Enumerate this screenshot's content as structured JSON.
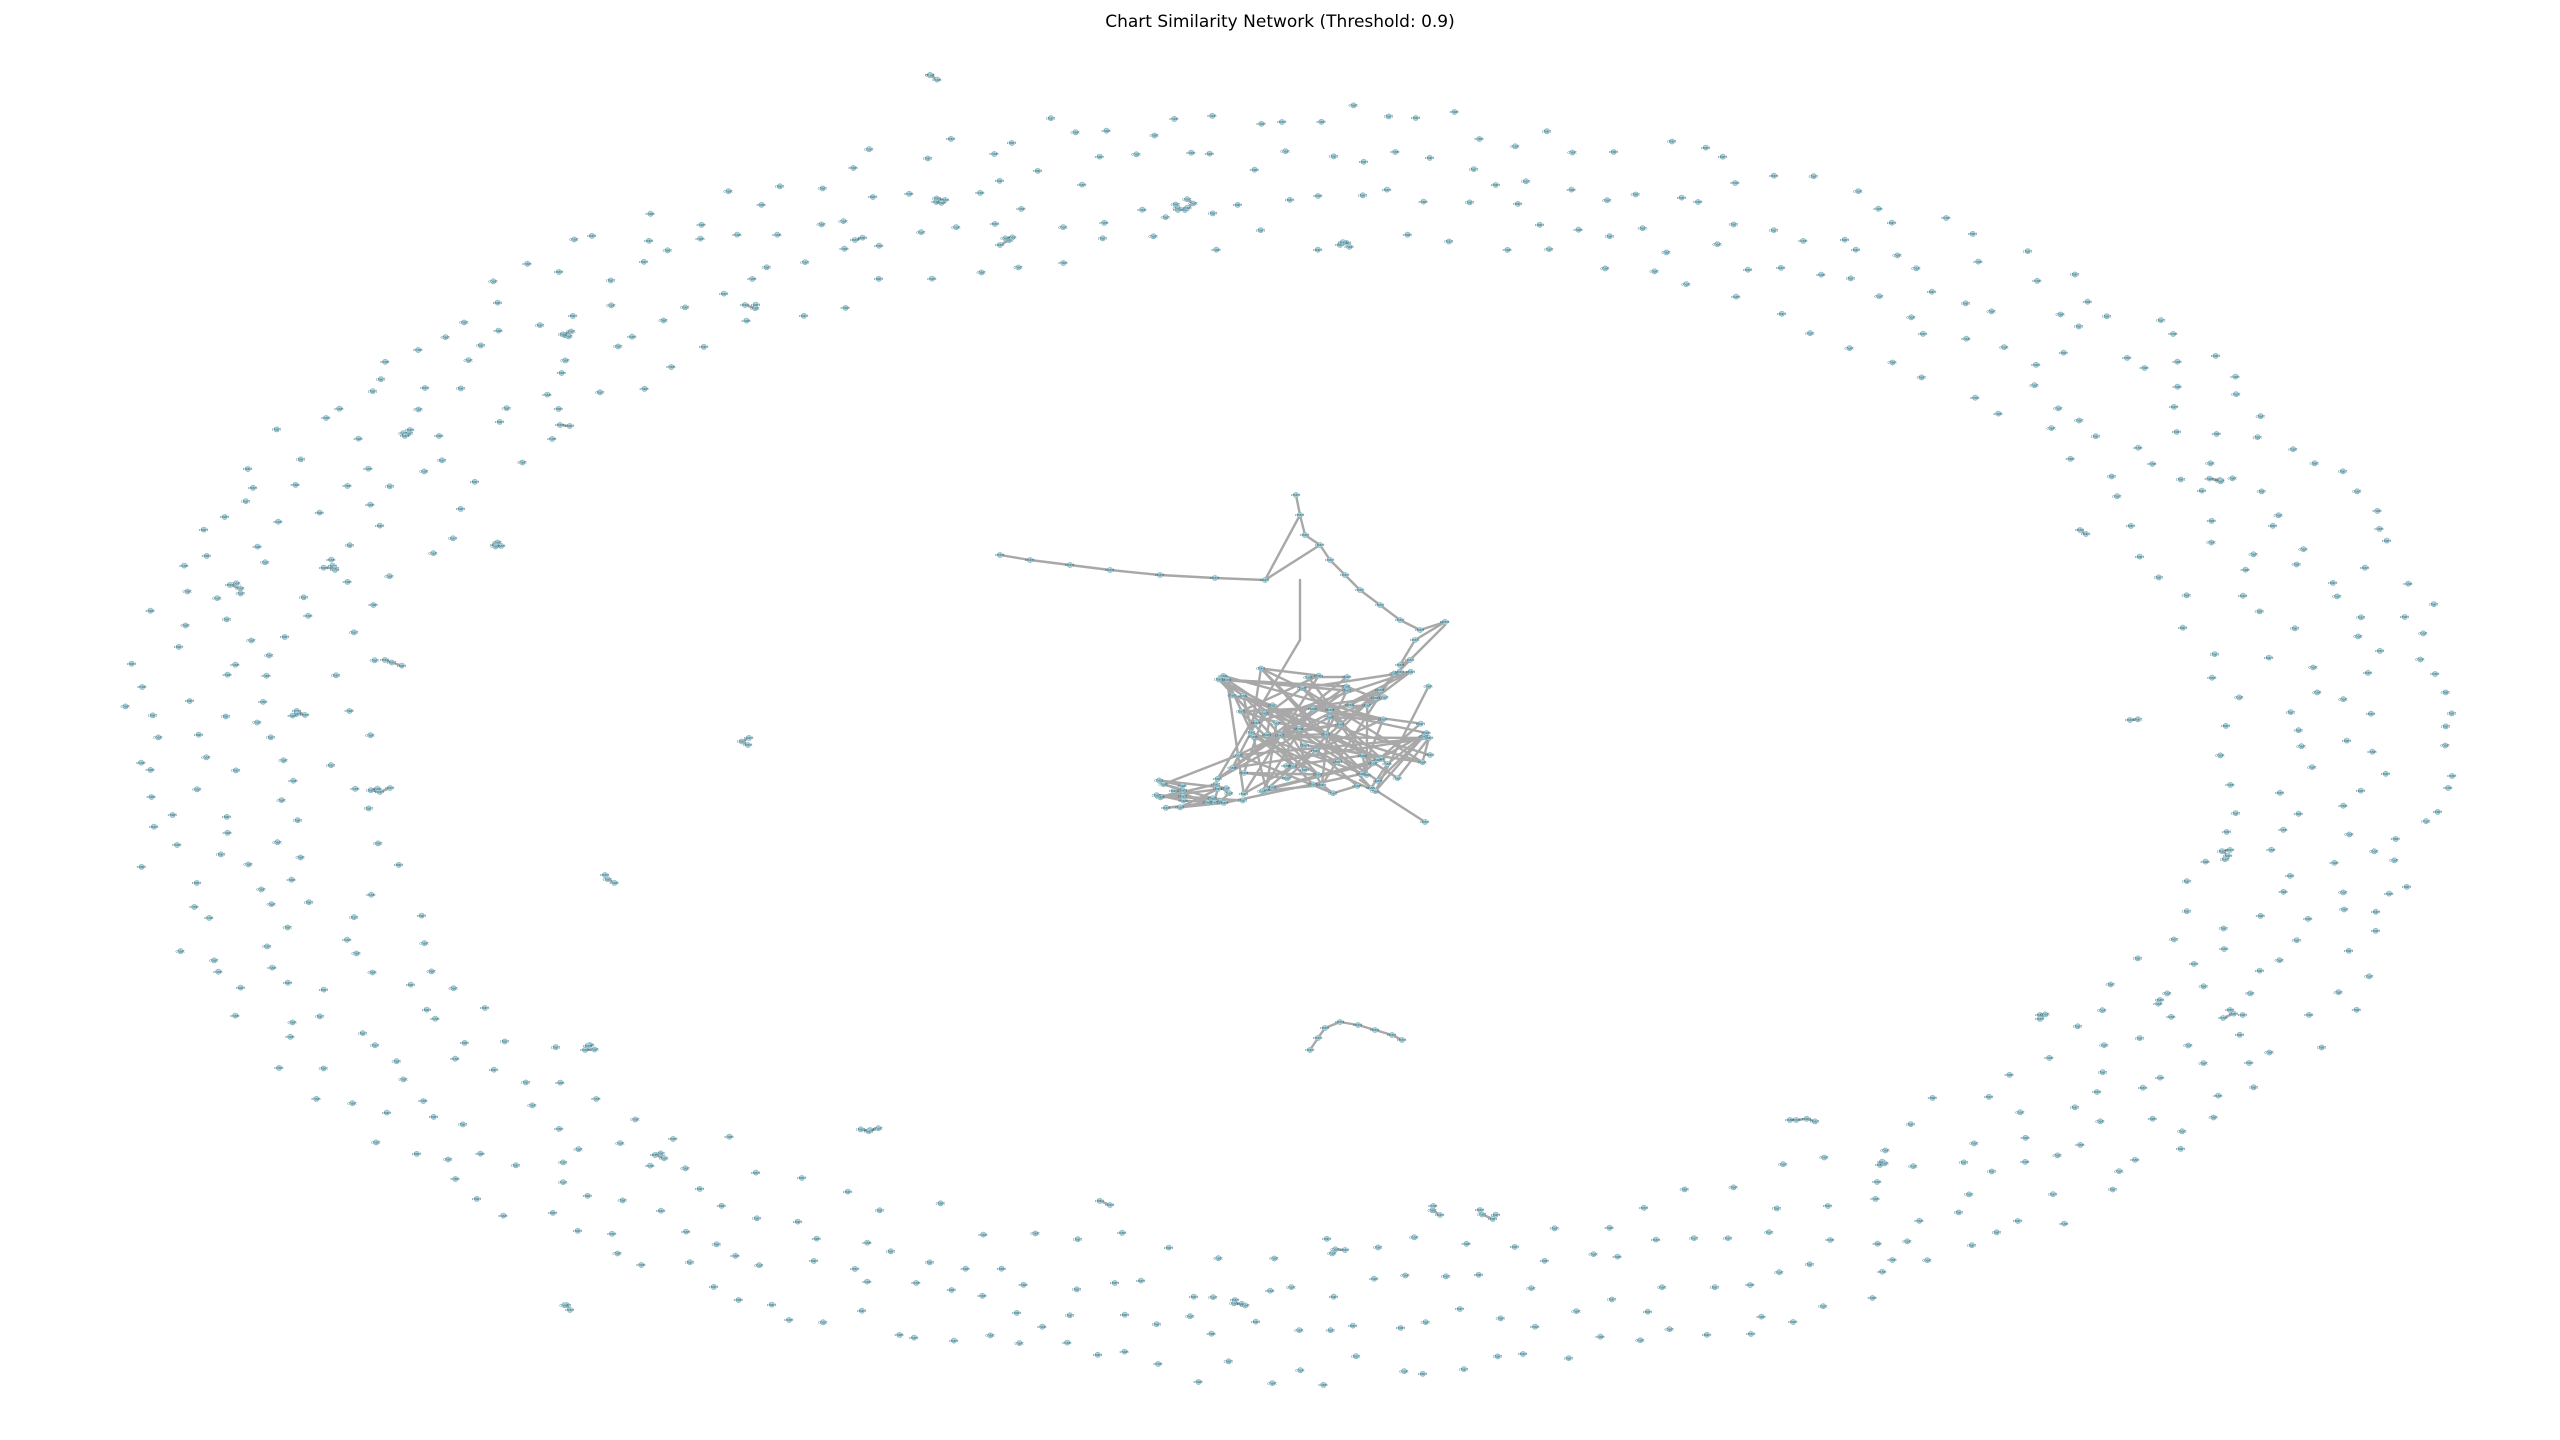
{
  "title": "Chart Similarity Network (Threshold: 0.9)",
  "graph": {
    "threshold": 0.9,
    "node_color": "#a9d4df",
    "edge_color": "#a8a8a8",
    "label_color": "#2d5a62",
    "isolated_node_label": "chart",
    "layout": "spring"
  }
}
